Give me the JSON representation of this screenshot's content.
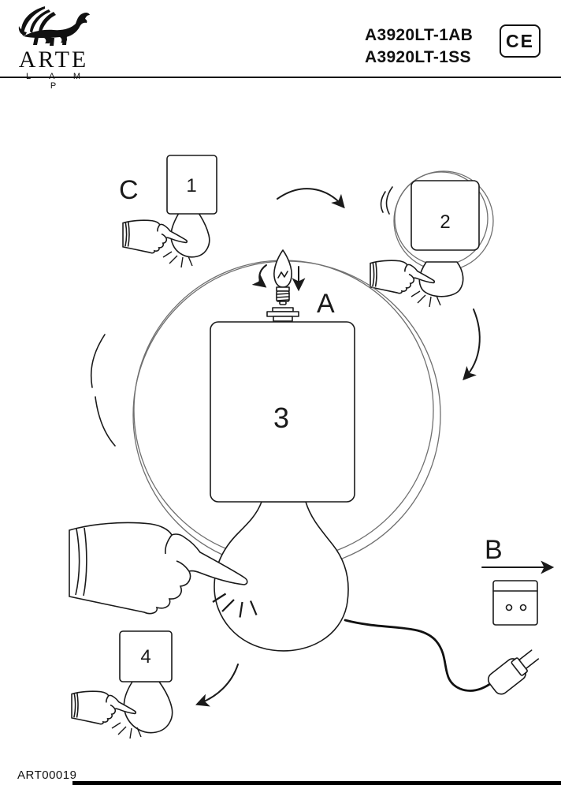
{
  "header": {
    "brand": "ARTE",
    "brand_sub": "L A M P",
    "model_1": "A3920LT-1AB",
    "model_2": "A3920LT-1SS",
    "ce_mark": "CE"
  },
  "diagram": {
    "step_a_label": "A",
    "step_b_label": "B",
    "step_c_label": "C",
    "part_1": "1",
    "part_2": "2",
    "part_3": "3",
    "part_4": "4"
  },
  "footer": {
    "doc_code": "ART00019"
  },
  "colors": {
    "ink": "#1a1a1a",
    "sphere_outline": "#6f6f6f",
    "background": "#ffffff"
  },
  "icons": {
    "griffin-logo-icon": "winged lion emblem",
    "pointing-hand-icon": "hand pressing with index finger",
    "bulb-icon": "candle bulb with rotation arrows",
    "power-plug-icon": "two-prong power plug",
    "wall-socket-icon": "wall socket with two holes",
    "curved-arrow-icon": "assembly step arrow",
    "vibration-arcs-icon": "vibration arcs"
  }
}
